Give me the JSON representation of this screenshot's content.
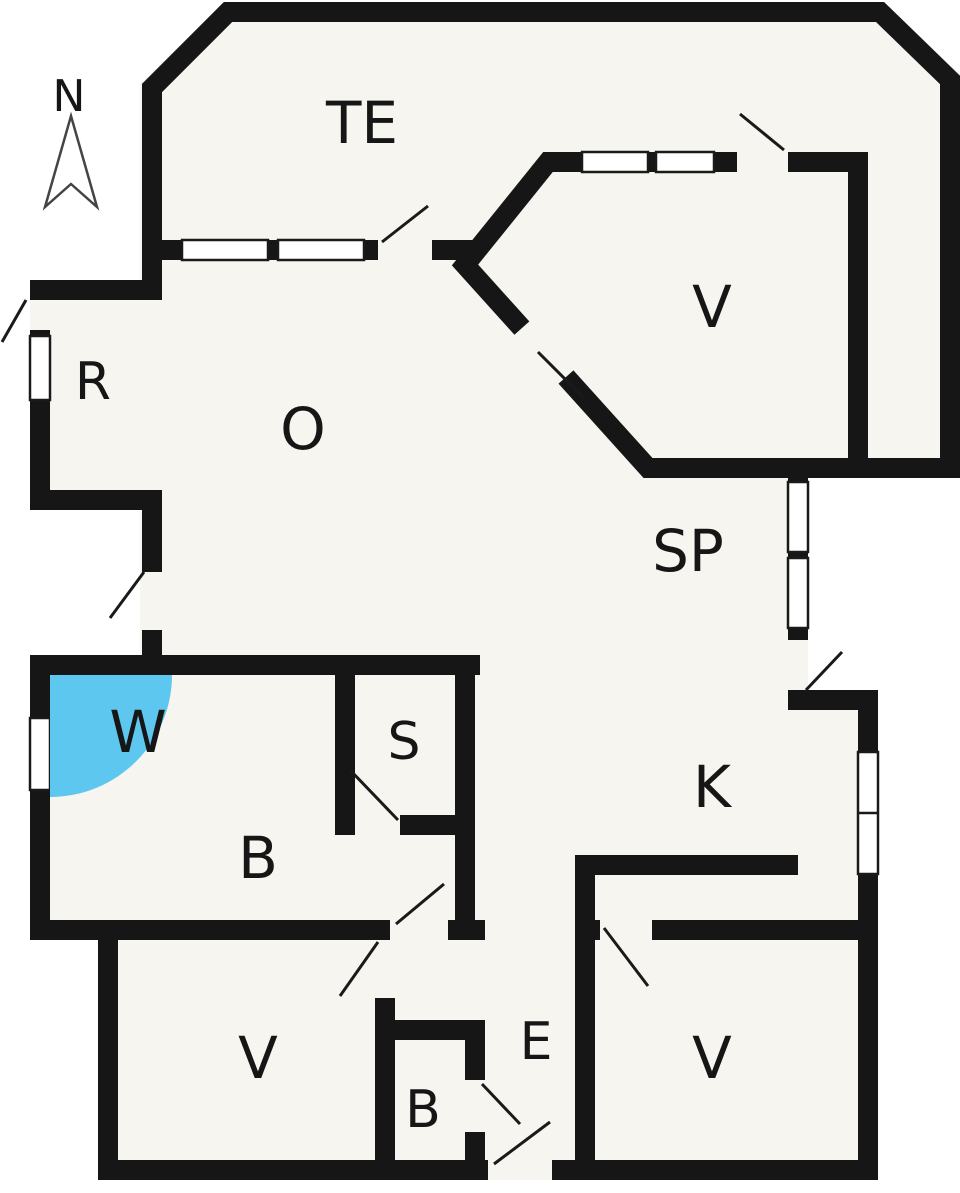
{
  "colors": {
    "wall": "#161616",
    "floor": "#f7f5f0",
    "shower": "#5ec7f0",
    "background": "#ffffff"
  },
  "compass": {
    "label": "N"
  },
  "rooms": [
    {
      "id": "terrace",
      "label": "TE"
    },
    {
      "id": "bedroom-ne",
      "label": "V"
    },
    {
      "id": "storage-room",
      "label": "R"
    },
    {
      "id": "living-room",
      "label": "O"
    },
    {
      "id": "dining-area",
      "label": "SP"
    },
    {
      "id": "shower-corner",
      "label": "W"
    },
    {
      "id": "s-room",
      "label": "S"
    },
    {
      "id": "bathroom",
      "label": "B"
    },
    {
      "id": "kitchen",
      "label": "K"
    },
    {
      "id": "bedroom-sw",
      "label": "V"
    },
    {
      "id": "entrance-hall",
      "label": "E"
    },
    {
      "id": "bath-small",
      "label": "B"
    },
    {
      "id": "bedroom-se",
      "label": "V"
    }
  ]
}
